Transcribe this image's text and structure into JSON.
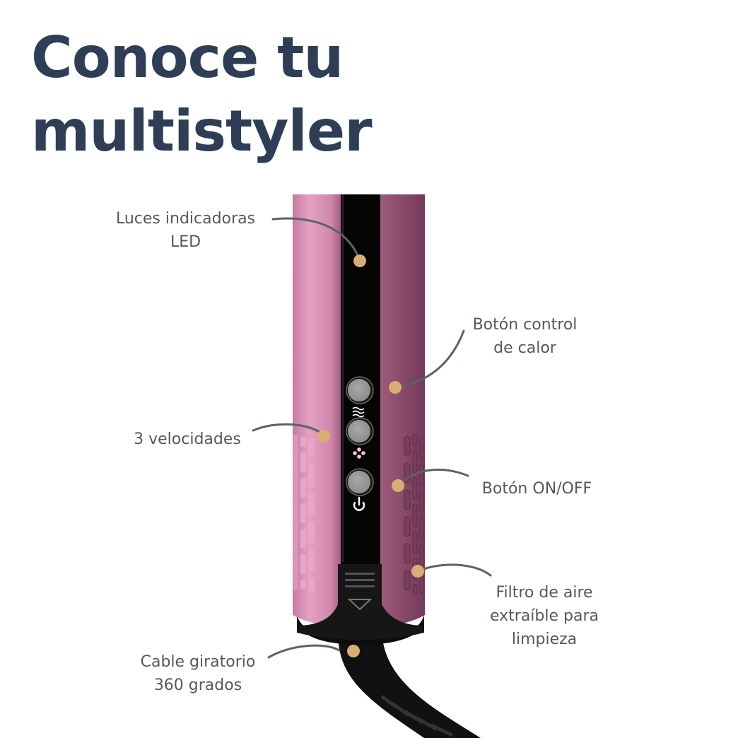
{
  "title": {
    "line1": "Conoce tu",
    "line2": "multistyler"
  },
  "colors": {
    "title": "#2d3e56",
    "label_text": "#55595d",
    "leader_line": "#5b6366",
    "marker_dot": "#d9ae74",
    "body_left": "#d98fb3",
    "body_right": "#8e4d6e",
    "panel": "#050505",
    "button": "#9a9a9a"
  },
  "callouts": [
    {
      "id": "led",
      "lines": [
        "Luces indicadoras",
        "LED"
      ]
    },
    {
      "id": "heat",
      "lines": [
        "Botón control",
        "de calor"
      ]
    },
    {
      "id": "speeds",
      "lines": [
        "3 velocidades"
      ]
    },
    {
      "id": "power",
      "lines": [
        "Botón ON/OFF"
      ]
    },
    {
      "id": "filter",
      "lines": [
        "Filtro de aire",
        "extraíble para",
        "limpieza"
      ]
    },
    {
      "id": "cable",
      "lines": [
        "Cable giratorio",
        "360 grados"
      ]
    }
  ],
  "device": {
    "buttons": [
      {
        "name": "heat-control-button",
        "icon": "heat-waves-icon"
      },
      {
        "name": "speed-button",
        "icon": "fan-icon"
      },
      {
        "name": "power-button",
        "icon": "power-icon"
      }
    ]
  }
}
